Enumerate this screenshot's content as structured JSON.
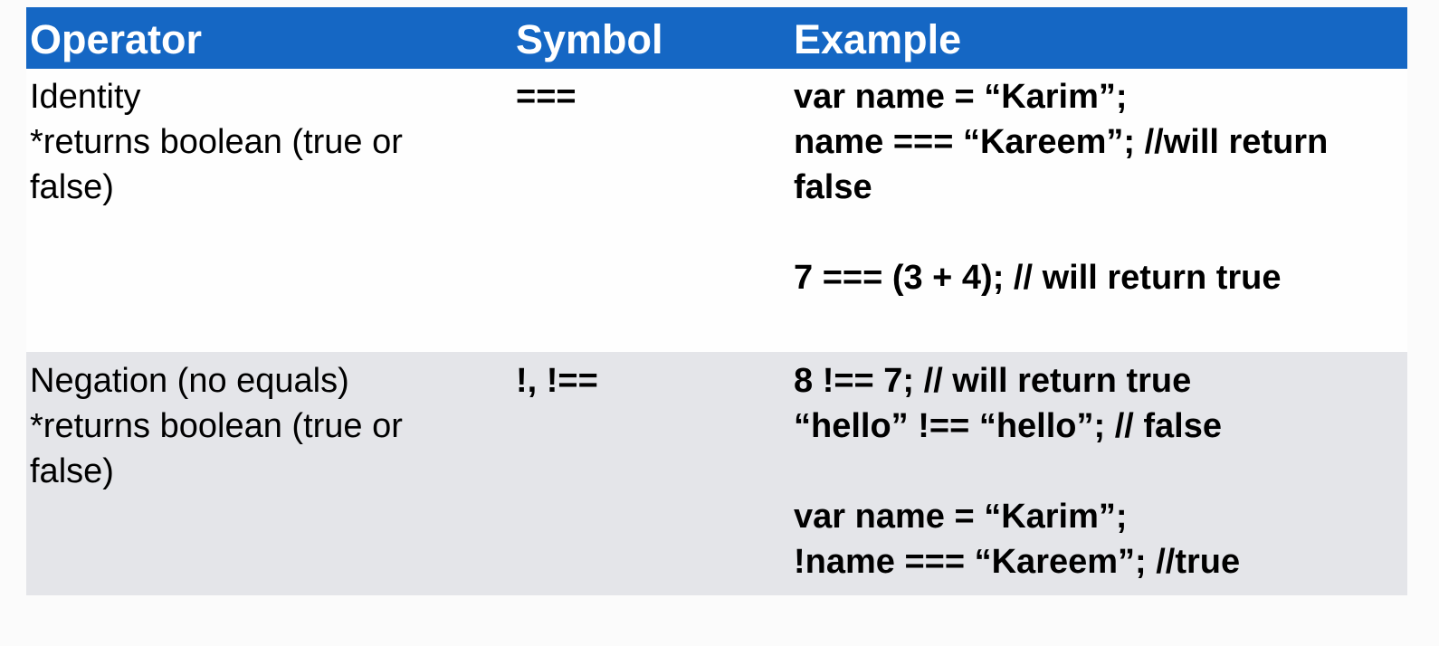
{
  "colors": {
    "header_bg": "#1567c4",
    "header_text": "#ffffff",
    "row_alt_bg": "#e4e5e9"
  },
  "header": {
    "operator": "Operator",
    "symbol": "Symbol",
    "example": "Example"
  },
  "rows": [
    {
      "operator_lines": [
        "Identity",
        "*returns boolean (true or",
        "false)"
      ],
      "symbol": "===",
      "example_lines": [
        "var name = “Karim”;",
        "name === “Kareem”; //will return",
        "false",
        "",
        "7 === (3 + 4); // will return true"
      ]
    },
    {
      "operator_lines": [
        "Negation (no equals)",
        "*returns boolean (true or",
        "false)"
      ],
      "symbol": "!, !==",
      "example_lines": [
        "8 !== 7; // will return true",
        "“hello” !== “hello”; // false",
        "",
        "var name = “Karim”;",
        "!name === “Kareem”; //true"
      ]
    }
  ]
}
